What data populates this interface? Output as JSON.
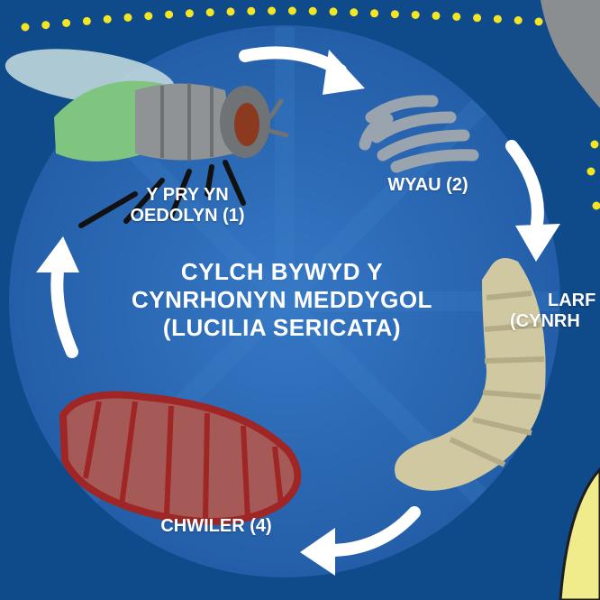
{
  "diagram": {
    "title_lines": [
      "CYLCH BYWYD Y",
      "CYNRHONYN MEDDYGOL",
      "(LUCILIA SERICATA)"
    ],
    "stages": {
      "adult": {
        "line1": "Y PRY YN",
        "line2": "OEDOLYN (1)"
      },
      "eggs": {
        "label": "WYAU (2)"
      },
      "larva": {
        "line1": "LARF",
        "line2": "(CYNRH"
      },
      "pupa": {
        "label": "CHWILER (4)"
      }
    }
  },
  "colors": {
    "background": "#0f4a8a",
    "circle": "#2a67b3",
    "dots": "#f5e624",
    "arrow": "#ffffff",
    "fly_wing": "#7fc47f",
    "fly_body": "#8f9396",
    "fly_eye": "#8b3a1f",
    "egg": "#9aa4ae",
    "larva": "#cfc8a0",
    "pupa": "#a02525"
  }
}
